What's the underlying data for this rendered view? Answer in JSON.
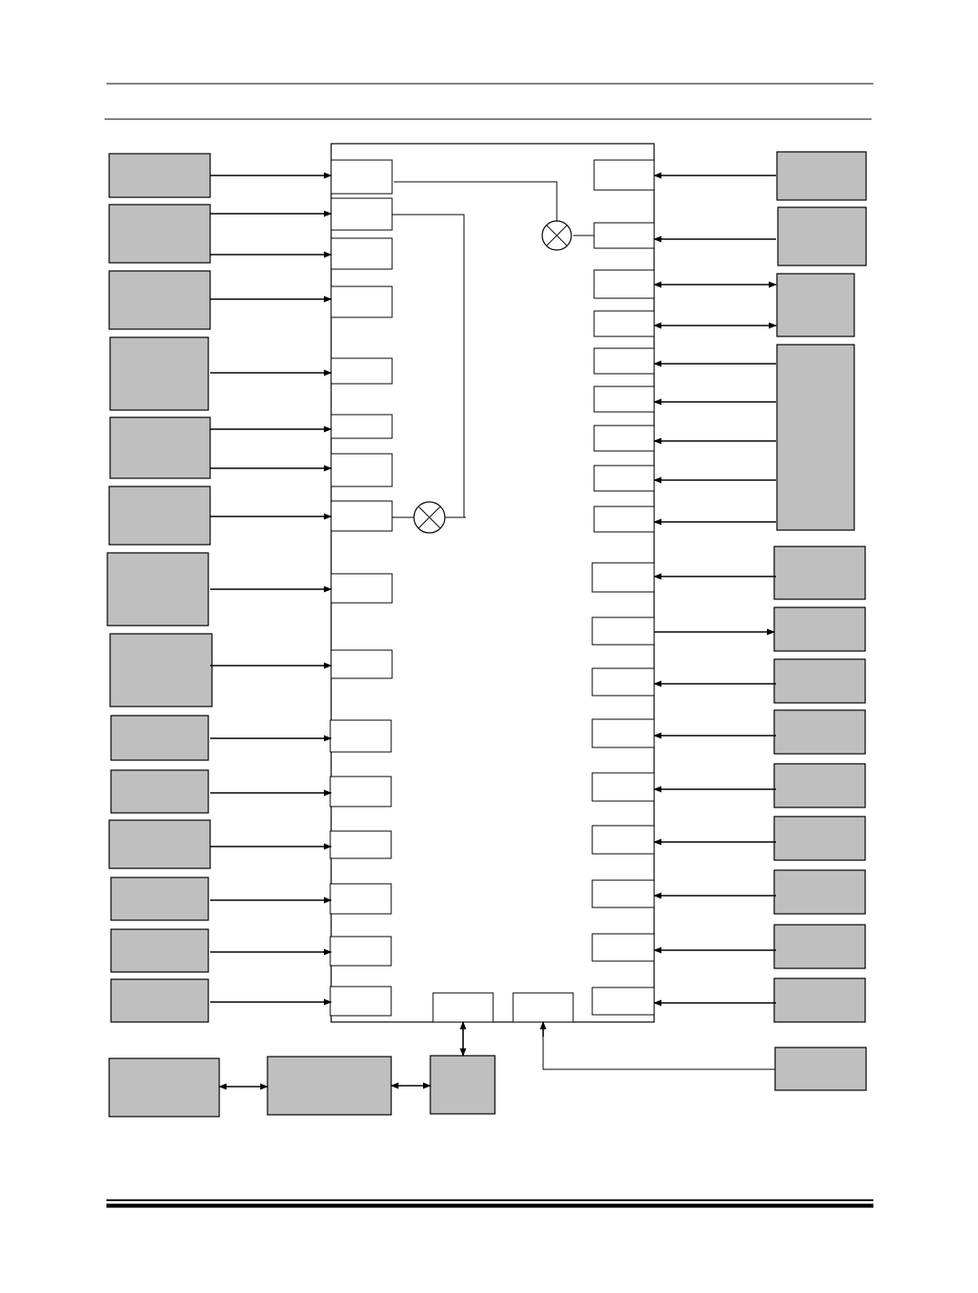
{
  "header": {},
  "diagram": {
    "left_blocks": [
      {
        "id": "L1"
      },
      {
        "id": "L2"
      },
      {
        "id": "L3"
      },
      {
        "id": "L4"
      },
      {
        "id": "L5"
      },
      {
        "id": "L6"
      },
      {
        "id": "L7"
      },
      {
        "id": "L8"
      },
      {
        "id": "L9"
      },
      {
        "id": "L10"
      },
      {
        "id": "L11"
      },
      {
        "id": "L12"
      },
      {
        "id": "L13"
      },
      {
        "id": "L14"
      }
    ],
    "right_blocks": [
      {
        "id": "R1"
      },
      {
        "id": "R2"
      },
      {
        "id": "R3"
      },
      {
        "id": "R4"
      },
      {
        "id": "R5"
      },
      {
        "id": "R6"
      },
      {
        "id": "R7"
      },
      {
        "id": "R8"
      },
      {
        "id": "R9"
      },
      {
        "id": "R10"
      },
      {
        "id": "R11"
      },
      {
        "id": "R12"
      },
      {
        "id": "R13"
      }
    ],
    "bottom_blocks": [
      {
        "id": "B1"
      },
      {
        "id": "B2"
      },
      {
        "id": "B3"
      }
    ],
    "colors": {
      "block_fill": "#bfbfbf",
      "outline": "#000000",
      "background": "#ffffff"
    },
    "symbols": [
      "mixer-icon",
      "mixer-icon"
    ]
  }
}
